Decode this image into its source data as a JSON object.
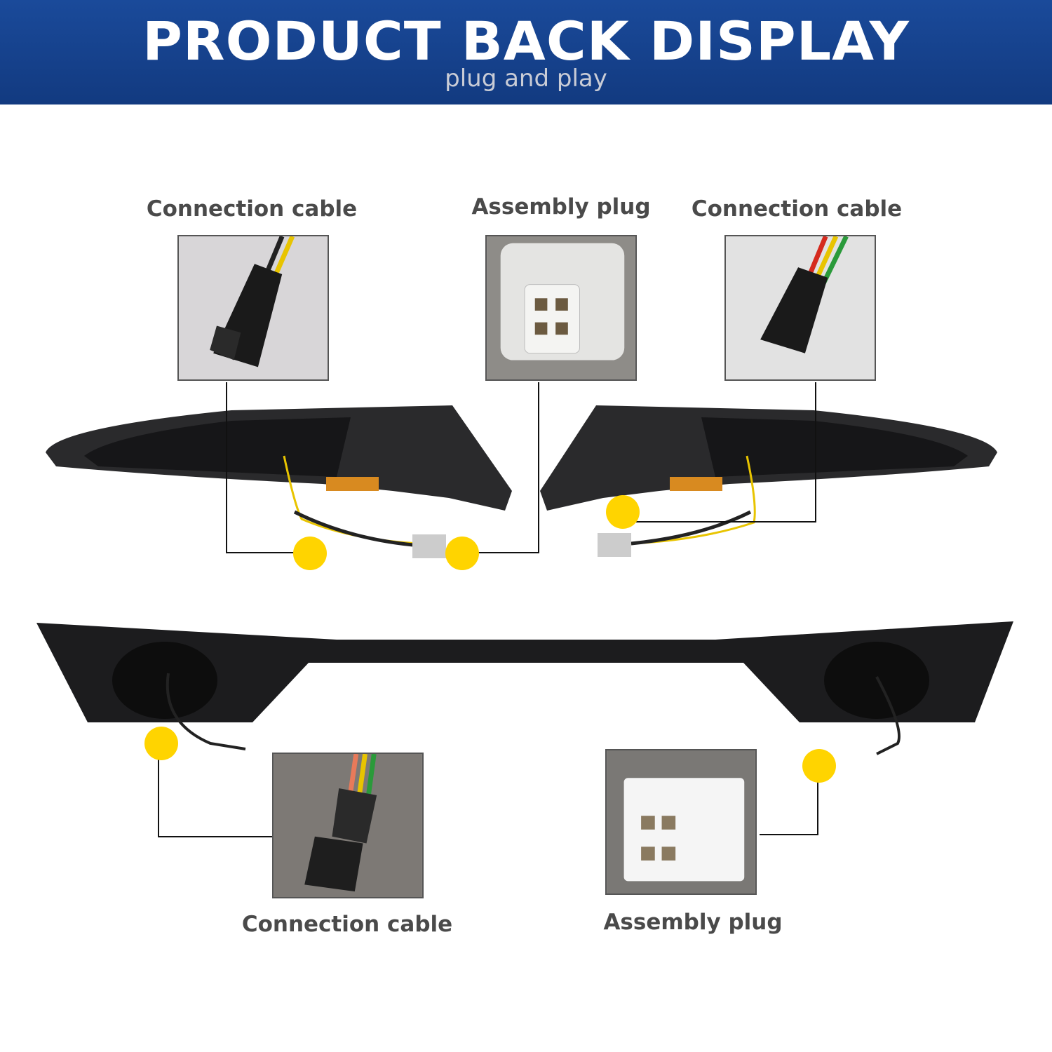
{
  "header": {
    "title": "PRODUCT BACK DISPLAY",
    "subtitle": "plug and play"
  },
  "callouts": [
    {
      "label": "Connection cable"
    },
    {
      "label": "Assembly plug"
    },
    {
      "label": "Connection cable"
    },
    {
      "label": "Connection cable"
    },
    {
      "label": "Assembly plug"
    }
  ],
  "colors": {
    "header_bg": "#163f8a",
    "marker": "#ffd400",
    "label_text": "#4a4a4a"
  }
}
